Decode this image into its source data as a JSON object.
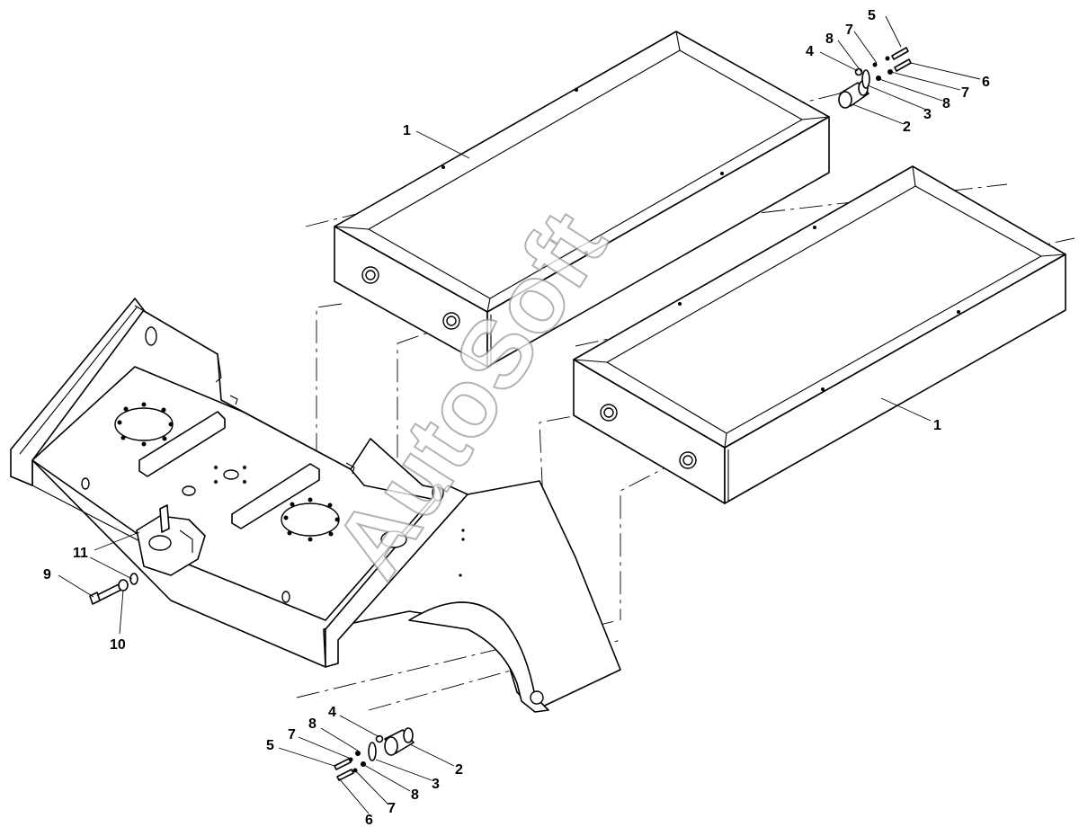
{
  "watermark": {
    "text": "AutoSoft"
  },
  "callouts": {
    "top_tank": "1",
    "right_tank": "1",
    "top_fitting": {
      "bolt_a": "5",
      "bolt_b": "6",
      "lock_a": "7",
      "lock_b": "7",
      "washer_a": "8",
      "washer_b": "8",
      "nut": "4",
      "plate": "3",
      "cap": "2"
    },
    "mount": {
      "bolt": "9",
      "washer": "10",
      "bracket": "11"
    },
    "bottom_fitting": {
      "nut": "4",
      "washer_a": "8",
      "washer_b": "8",
      "lock_a": "7",
      "lock_b": "7",
      "bolt_a": "5",
      "bolt_b": "6",
      "plate": "3",
      "cap": "2"
    }
  }
}
